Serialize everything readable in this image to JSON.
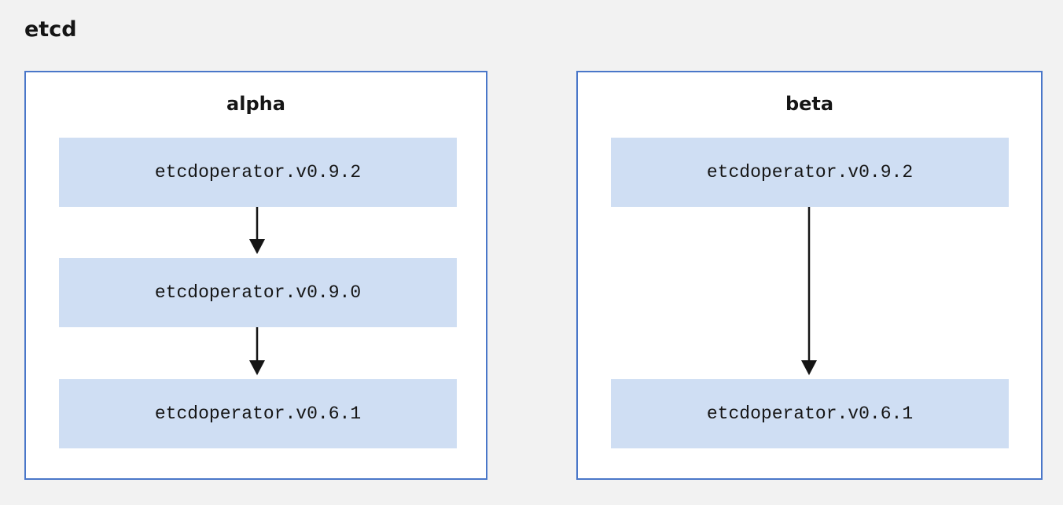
{
  "title": "etcd",
  "channels": [
    {
      "name": "alpha",
      "versions": [
        "etcdoperator.v0.9.2",
        "etcdoperator.v0.9.0",
        "etcdoperator.v0.6.1"
      ]
    },
    {
      "name": "beta",
      "versions": [
        "etcdoperator.v0.9.2",
        "etcdoperator.v0.6.1"
      ]
    }
  ],
  "colors": {
    "background": "#f2f2f2",
    "channel_border": "#4a77c9",
    "version_fill": "#cfdef3",
    "arrow": "#151515"
  }
}
